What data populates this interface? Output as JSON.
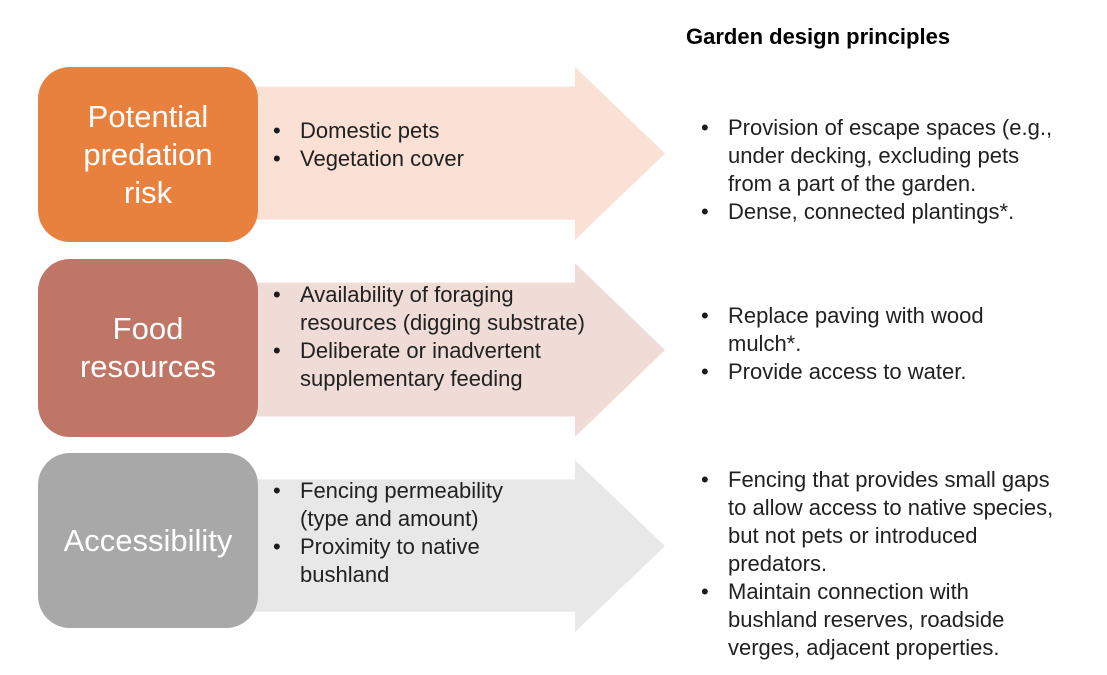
{
  "title": "Garden design principles",
  "colors": {
    "background": "#FFFFFF",
    "text": "#212121",
    "box_label_text": "#FFFFFF",
    "row1_box": "#E8813E",
    "row1_arrow": "#FAE0D5",
    "row2_box": "#BF7666",
    "row2_arrow": "#EFDCD7",
    "row3_box": "#A9A8A8",
    "row3_arrow": "#E9E8E8"
  },
  "rows": [
    {
      "factor": "Potential\npredation\nrisk",
      "arrow_items": [
        "Domestic pets",
        "Vegetation cover"
      ],
      "principles": [
        "Provision of escape spaces (e.g.,\nunder decking, excluding pets\nfrom a part of the garden.",
        "Dense, connected plantings*."
      ]
    },
    {
      "factor": "Food\nresources",
      "arrow_items": [
        "Availability of foraging\nresources (digging substrate)",
        "Deliberate or inadvertent\nsupplementary feeding"
      ],
      "principles": [
        "Replace paving with wood\nmulch*.",
        "Provide access to water."
      ]
    },
    {
      "factor": "Accessibility",
      "arrow_items": [
        "Fencing permeability\n(type and amount)",
        "Proximity to native\nbushland"
      ],
      "principles": [
        "Fencing that provides small gaps\nto allow access to native species,\nbut not pets or introduced\npredators.",
        "Maintain connection with\nbushland reserves, roadside\nverges, adjacent properties."
      ]
    }
  ]
}
